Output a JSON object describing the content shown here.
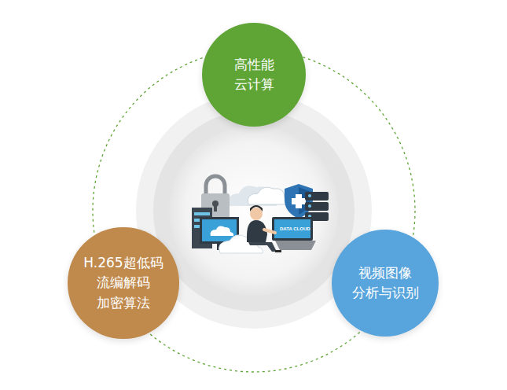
{
  "diagram": {
    "nodes": [
      {
        "text": [
          "高性能 云计算"
        ]
      },
      {
        "text": [
          "H.265超低码 流编解码 加密算法"
        ]
      },
      {
        "text": [
          "视频图像 分析与识别"
        ]
      }
    ],
    "labels": [
      "DATA CLOUD"
    ]
  }
}
